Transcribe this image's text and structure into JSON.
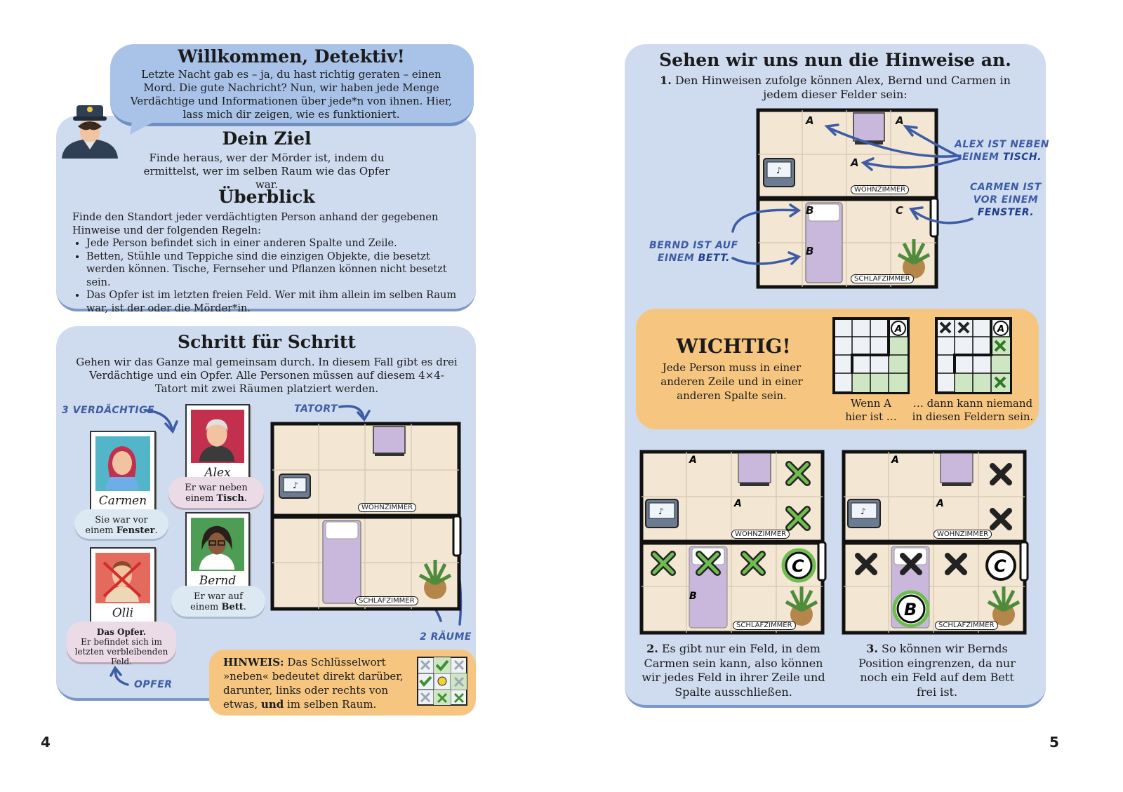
{
  "page_left": {
    "welcome": {
      "title": "Willkommen, Detektiv!",
      "text": "Letzte Nacht gab es – ja, du hast richtig geraten – einen Mord. Die gute Nachricht? Nun, wir haben jede Menge Verdächtige und Informationen über jede*n von ihnen. Hier, lass mich dir zeigen, wie es funktioniert."
    },
    "goal": {
      "title": "Dein Ziel",
      "text": "Finde heraus, wer der Mörder ist, indem du ermittelst, wer im selben Raum wie das Opfer war."
    },
    "overview": {
      "title": "Überblick",
      "intro": "Finde den Standort jeder verdächtigten Person anhand der gegebenen Hinweise und der folgenden Regeln:",
      "rules": [
        "Jede Person befindet sich in einer anderen Spalte und Zeile.",
        "Betten, Stühle und Teppiche sind die einzigen Objekte, die besetzt werden können. Tische, Fernseher und Pflanzen können nicht besetzt sein.",
        "Das Opfer ist im letzten freien Feld. Wer mit ihm allein im selben Raum war, ist der oder die Mörder*in."
      ]
    },
    "steps": {
      "title": "Schritt für Schritt",
      "text": "Gehen wir das Ganze mal gemeinsam durch. In diesem Fall gibt es drei Verdächtige und ein Opfer. Alle Personen müssen auf diesem 4×4-Tatort mit zwei Räumen platziert werden."
    },
    "labels": {
      "suspects": "3 Verdächtige",
      "scene": "Tatort",
      "rooms": "2 Räume",
      "victim": "Opfer"
    },
    "suspects": [
      {
        "name": "Carmen",
        "clue_a": "Sie war vor",
        "clue_b": "einem ",
        "clue_bold": "Fenster",
        "clue_end": "."
      },
      {
        "name": "Alex",
        "clue_a": "Er war neben",
        "clue_b": "einem ",
        "clue_bold": "Tisch",
        "clue_end": "."
      },
      {
        "name": "Bernd",
        "clue_a": "Er war auf",
        "clue_b": "einem ",
        "clue_bold": "Bett",
        "clue_end": "."
      }
    ],
    "victim": {
      "name": "Olli",
      "title": "Das Opfer.",
      "text": "Er befindet sich im letzten verbleibenden Feld."
    },
    "rooms": {
      "living": "WOHNZIMMER",
      "bedroom": "SCHLAFZIMMER"
    },
    "hint": {
      "label": "HINWEIS:",
      "text_a": " Das Schlüsselwort »neben« bedeutet direkt darüber, darunter, links oder rechts von etwas, ",
      "bold": "und",
      "text_b": " im selben Raum."
    },
    "page_number": "4"
  },
  "page_right": {
    "title": "Sehen wir uns nun die Hinweise an.",
    "step1_num": "1.",
    "step1": " Den Hinweisen zufolge können Alex, Bernd und Carmen in jedem dieser Felder sein:",
    "annotations": {
      "alex_a": "Alex ist neben",
      "alex_b": "einem ",
      "alex_bold": "Tisch.",
      "carmen_a": "Carmen ist",
      "carmen_b": "vor einem",
      "carmen_bold": "Fenster.",
      "bernd_a": "Bernd ist auf",
      "bernd_b": "einem ",
      "bernd_bold": "Bett."
    },
    "important": {
      "title": "WICHTIG!",
      "text": "Jede Person muss in einer anderen Zeile und in einer anderen Spalte sein.",
      "cap1": "Wenn A hier ist …",
      "cap2": "… dann kann niemand in diesen Feldern sein."
    },
    "step2_num": "2.",
    "step2": " Es gibt nur ein Feld, in dem Carmen sein kann, also können wir jedes Feld in ihrer Zeile und Spalte ausschließen.",
    "step3_num": "3.",
    "step3": " So können wir Bernds Position eingrenzen, da nur noch ein Feld auf dem Bett frei ist.",
    "letters": {
      "a": "A",
      "b": "B",
      "c": "C"
    },
    "page_number": "5"
  },
  "colors": {
    "panel": "#cfdcef",
    "bubble": "#a9c2e8",
    "accent_blue": "#3d5ca5",
    "orange": "#f6c681",
    "green": "#5fa446",
    "floor": "#f3e6d2",
    "furniture": "#c9b8dc"
  }
}
